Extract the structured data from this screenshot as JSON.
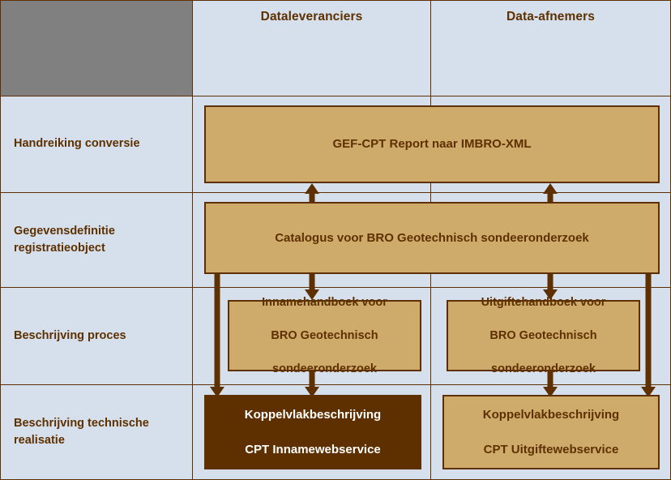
{
  "diagram": {
    "title_corner": "",
    "columns": [
      {
        "id": "dataleveranciers",
        "label": "Dataleveranciers"
      },
      {
        "id": "data-afnemers",
        "label": "Data-afnemers"
      }
    ],
    "rows": [
      {
        "id": "handreiking-conversie",
        "label": "Handreiking conversie"
      },
      {
        "id": "gegevensdefinitie-registratieobject",
        "label": "Gegevensdefinitie registratieobject"
      },
      {
        "id": "beschrijving-proces",
        "label": "Beschrijving proces"
      },
      {
        "id": "beschrijving-technische-realisatie",
        "label": "Beschrijving technische realisatie"
      }
    ],
    "boxes": [
      {
        "id": "gef-cpt-report",
        "label": "GEF-CPT Report naar IMBRO-XML",
        "row": "handreiking-conversie",
        "span": "both-columns",
        "style": "tan"
      },
      {
        "id": "catalogus-bro",
        "label": "Catalogus voor BRO Geotechnisch sondeeronderzoek",
        "row": "gegevensdefinitie-registratieobject",
        "span": "both-columns",
        "style": "tan"
      },
      {
        "id": "innamehandboek",
        "label_line1": "Innamehandboek voor",
        "label_line2": "BRO Geotechnisch",
        "label_line3": "sondeeronderzoek",
        "row": "beschrijving-proces",
        "column": "dataleveranciers",
        "style": "tan"
      },
      {
        "id": "uitgiftehandboek",
        "label_line1": "Uitgiftehandboek voor",
        "label_line2": "BRO Geotechnisch",
        "label_line3": "sondeeronderzoek",
        "row": "beschrijving-proces",
        "column": "data-afnemers",
        "style": "tan"
      },
      {
        "id": "koppelvlak-inname",
        "label_line1": "Koppelvlakbeschrijving",
        "label_line2": "CPT Innamewebservice",
        "row": "beschrijving-technische-realisatie",
        "column": "dataleveranciers",
        "style": "dark"
      },
      {
        "id": "koppelvlak-uitgifte",
        "label_line1": "Koppelvlakbeschrijving",
        "label_line2": "CPT Uitgiftewebservice",
        "row": "beschrijving-technische-realisatie",
        "column": "data-afnemers",
        "style": "tan"
      }
    ],
    "connectors": [
      {
        "id": "catalogus-to-gefcpt-left",
        "from": "catalogus-bro",
        "to": "gef-cpt-report",
        "direction": "up"
      },
      {
        "id": "catalogus-to-gefcpt-right",
        "from": "catalogus-bro",
        "to": "gef-cpt-report",
        "direction": "up"
      },
      {
        "id": "catalogus-to-innamehandboek",
        "from": "catalogus-bro",
        "to": "innamehandboek",
        "direction": "down"
      },
      {
        "id": "catalogus-to-uitgiftehandboek",
        "from": "catalogus-bro",
        "to": "uitgiftehandboek",
        "direction": "down"
      },
      {
        "id": "catalogus-to-koppelvlak-inname",
        "from": "catalogus-bro",
        "to": "koppelvlak-inname",
        "direction": "down"
      },
      {
        "id": "catalogus-to-koppelvlak-uitgifte",
        "from": "catalogus-bro",
        "to": "koppelvlak-uitgifte",
        "direction": "down"
      },
      {
        "id": "innamehandboek-to-koppelvlak-inname",
        "from": "innamehandboek",
        "to": "koppelvlak-inname",
        "direction": "down"
      },
      {
        "id": "uitgiftehandboek-to-koppelvlak-uitgifte",
        "from": "uitgiftehandboek",
        "to": "koppelvlak-uitgifte",
        "direction": "down"
      }
    ],
    "colors": {
      "cell_background": "#d6e0ec",
      "corner_blank": "#808080",
      "box_tan": "#cfab6b",
      "box_dark": "#5e3000",
      "border": "#5e3000",
      "text_brown": "#5e3000",
      "text_light": "#ffffff"
    }
  }
}
